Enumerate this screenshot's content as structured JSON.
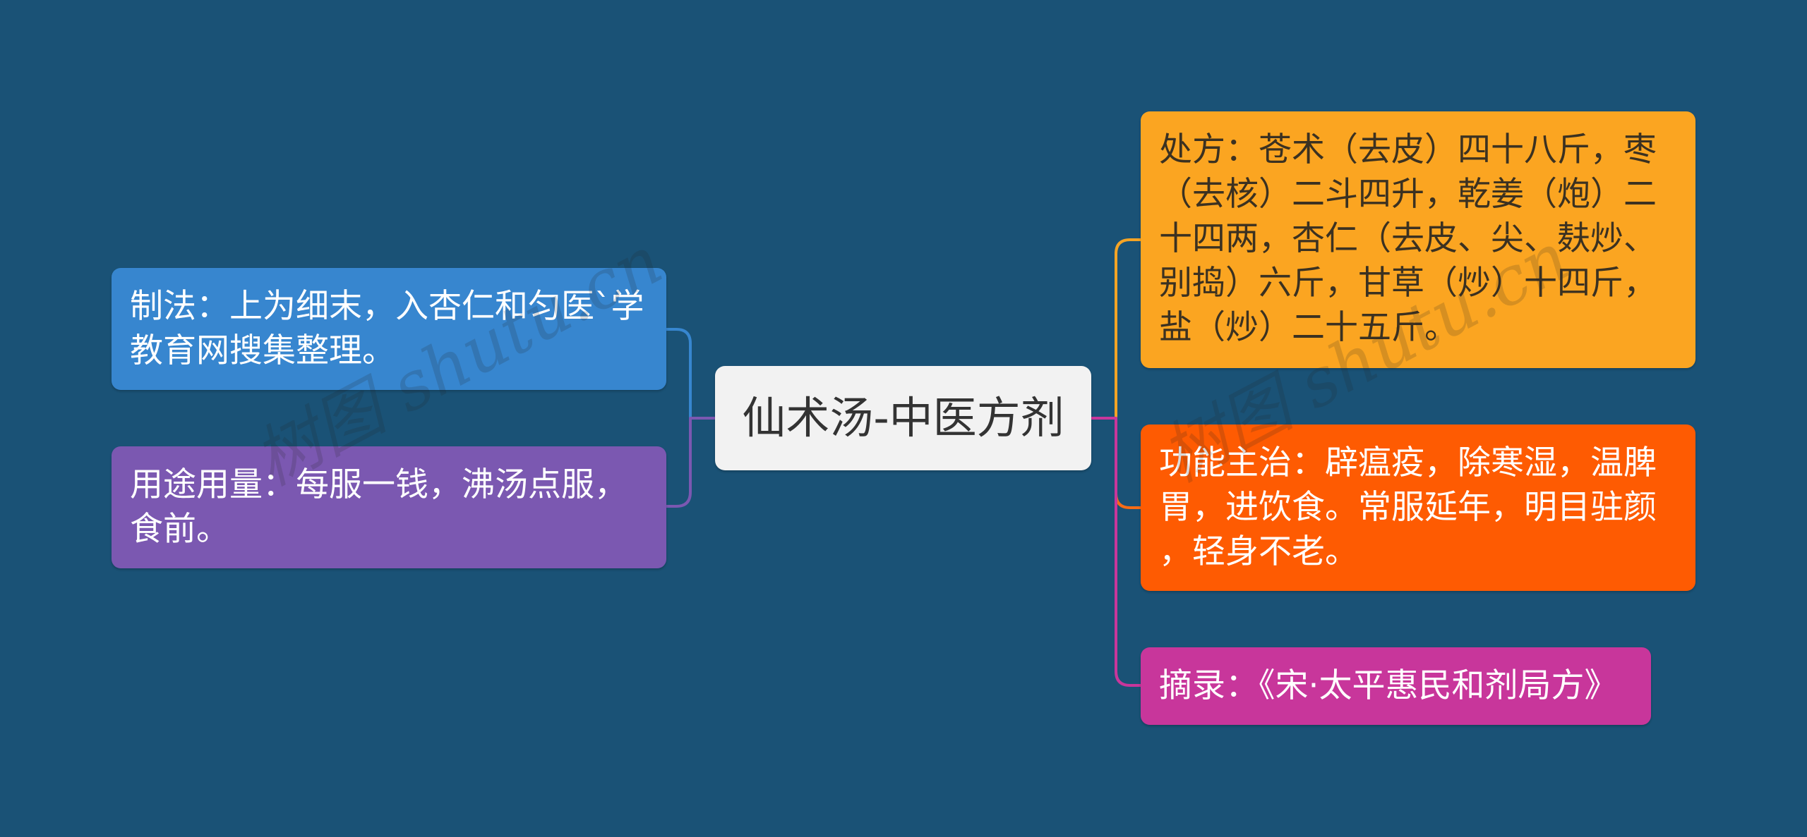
{
  "map": {
    "background": "#1a5276",
    "root": {
      "text": "仙术汤-中医方剂",
      "bg": "#f2f2f2",
      "fg": "#333333"
    },
    "left_branches": [
      {
        "text": "制法：上为细末，入杏仁和匀医`学教育网搜集整理。",
        "lines": [
          "制法：上为细末，入杏仁和匀医`学",
          "教育网搜集整理。"
        ],
        "bg": "#3786cf",
        "fg": "#ffffff",
        "connector": "#3786cf"
      },
      {
        "text": "用途用量：每服一钱，沸汤点服，食前。",
        "lines": [
          "用途用量：每服一钱，沸汤点服，",
          "食前。"
        ],
        "bg": "#7b58b1",
        "fg": "#ffffff",
        "connector": "#7b58b1"
      }
    ],
    "right_branches": [
      {
        "text": "处方：苍术（去皮）四十八斤，枣（去核）二斗四升，乾姜（炮）二十四两，杏仁（去皮、尖、麸炒、别捣）六斤，甘草（炒）十四斤，盐（炒）二十五斤。",
        "lines": [
          "处方：苍术（去皮）四十八斤，枣",
          "（去核）二斗四升，乾姜（炮）二",
          "十四两，杏仁（去皮、尖、麸炒、",
          "别捣）六斤，甘草（炒）十四斤，",
          "盐（炒）二十五斤。"
        ],
        "bg": "#fba521",
        "fg": "#3b3121",
        "connector": "#f5a425"
      },
      {
        "text": "功能主治：辟瘟疫，除寒湿，温脾胃，进饮食。常服延年，明目驻颜，轻身不老。",
        "lines": [
          "功能主治：辟瘟疫，除寒湿，温脾",
          "胃，进饮食。常服延年，明目驻颜",
          "，轻身不老。"
        ],
        "bg": "#fe5b02",
        "fg": "#ffffff",
        "connector": "#f66c16"
      },
      {
        "text": "摘录：《宋·太平惠民和剂局方》",
        "lines": [
          "摘录：《宋·太平惠民和剂局方》"
        ],
        "bg": "#c8369b",
        "fg": "#ffffff",
        "connector": "#c8369b"
      }
    ]
  },
  "watermark": {
    "text": "树图 shutu.cn"
  }
}
